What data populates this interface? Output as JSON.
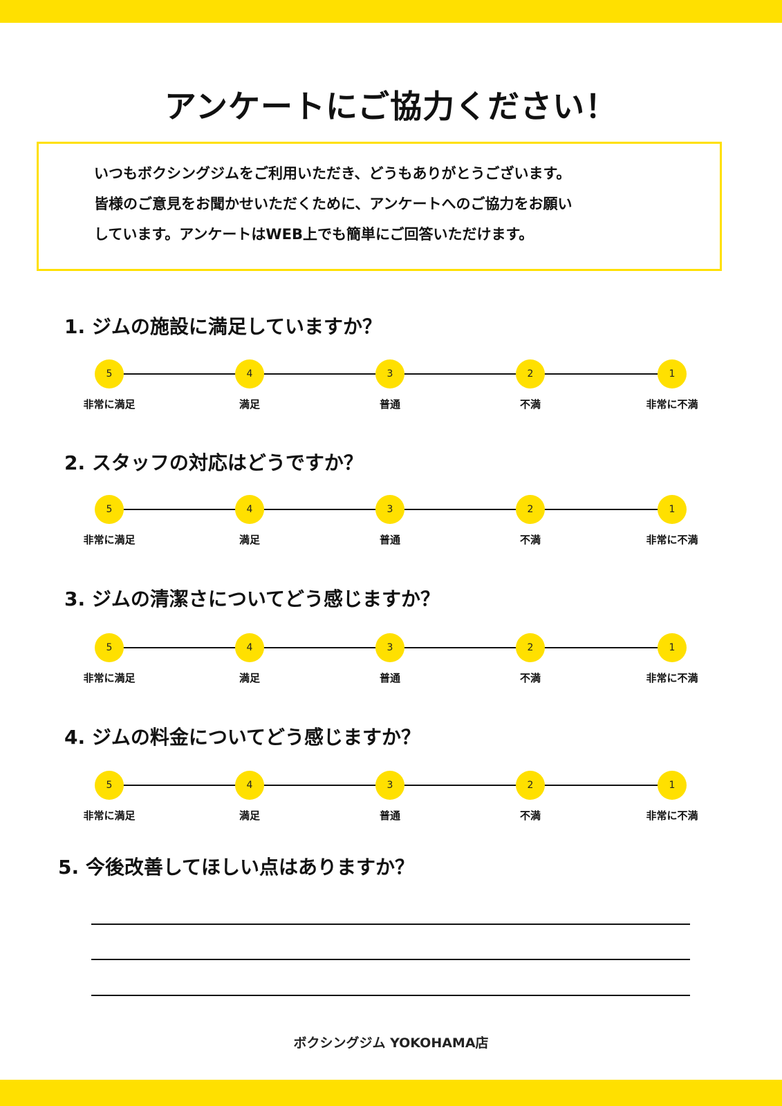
{
  "title": "アンケートにご協力ください！",
  "intro": [
    "いつもボクシングジムをご利用いただき、どうもありがとうございます。",
    "皆様のご意見をお聞かせいただくために、アンケートへのご協力をお願い",
    "しています。アンケートはWEB上でも簡単にご回答いただけます。"
  ],
  "scale_options": [
    {
      "value": "5",
      "label": "非常に満足"
    },
    {
      "value": "4",
      "label": "満足"
    },
    {
      "value": "3",
      "label": "普通"
    },
    {
      "value": "2",
      "label": "不満"
    },
    {
      "value": "1",
      "label": "非常に不満"
    }
  ],
  "questions": [
    {
      "text": "1. ジムの施設に満足していますか？"
    },
    {
      "text": "2. スタッフの対応はどうですか？"
    },
    {
      "text": "3. ジムの清潔さについてどう感じますか？"
    },
    {
      "text": "4. ジムの料金についてどう感じますか？"
    },
    {
      "text": "5. 今後改善してほしい点はありますか？"
    }
  ],
  "footer": "ボクシングジム YOKOHAMA店",
  "colors": {
    "accent": "#FFE000",
    "text": "#111111"
  }
}
